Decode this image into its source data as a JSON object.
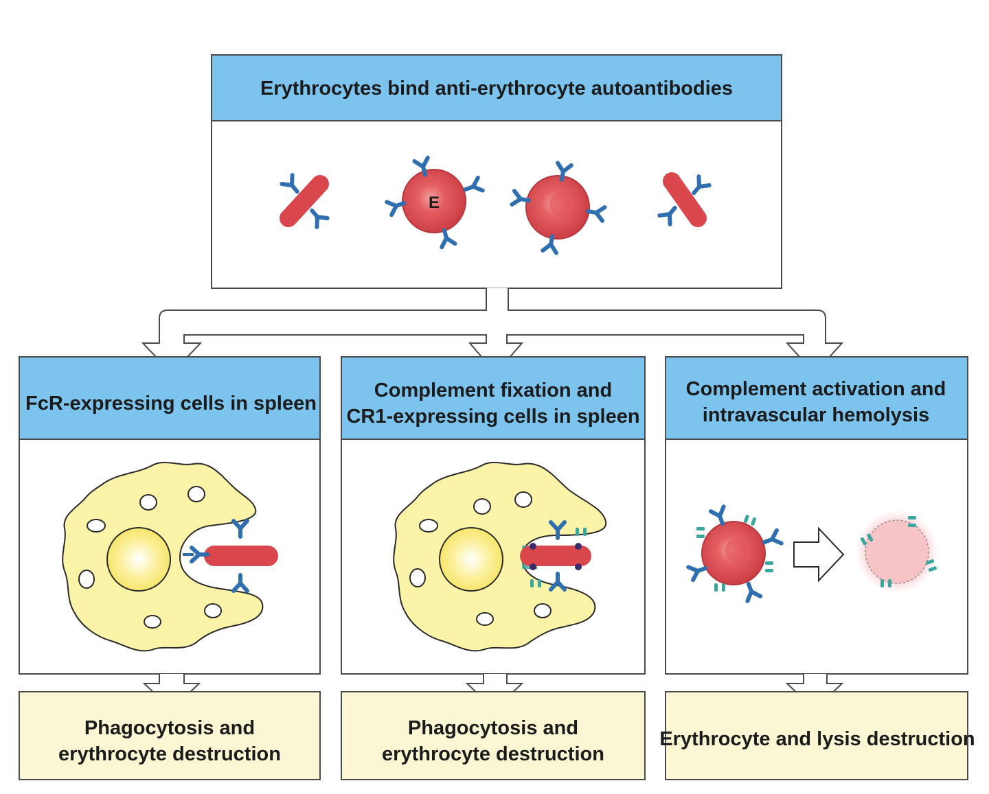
{
  "top_panel": {
    "title": "Erythrocytes bind anti-erythrocyte autoantibodies",
    "erythrocyte_label": "E"
  },
  "panels": [
    {
      "title_lines": [
        "FcR-expressing cells in spleen"
      ],
      "outcome_lines": [
        "Phagocytosis and",
        "erythrocyte destruction"
      ]
    },
    {
      "title_lines": [
        "Complement fixation and",
        "CR1-expressing cells in spleen"
      ],
      "outcome_lines": [
        "Phagocytosis and",
        "erythrocyte destruction"
      ]
    },
    {
      "title_lines": [
        "Complement activation and",
        "intravascular hemolysis"
      ],
      "outcome_lines": [
        "Erythrocyte and lysis destruction"
      ]
    }
  ],
  "colors": {
    "header_blue": "#7cc4ee",
    "outcome_yellow": "#fbf7d4",
    "erythrocyte_red": "#d9474d",
    "antibody_blue": "#2f6fb0",
    "complement_teal": "#3aa6a0",
    "macrophage_yellow": "#fbf3a8",
    "lysed_pink": "#f6c4c7"
  },
  "icons": [
    "erythrocyte-icon",
    "antibody-icon",
    "macrophage-icon",
    "complement-icon",
    "flow-arrow-icon"
  ]
}
